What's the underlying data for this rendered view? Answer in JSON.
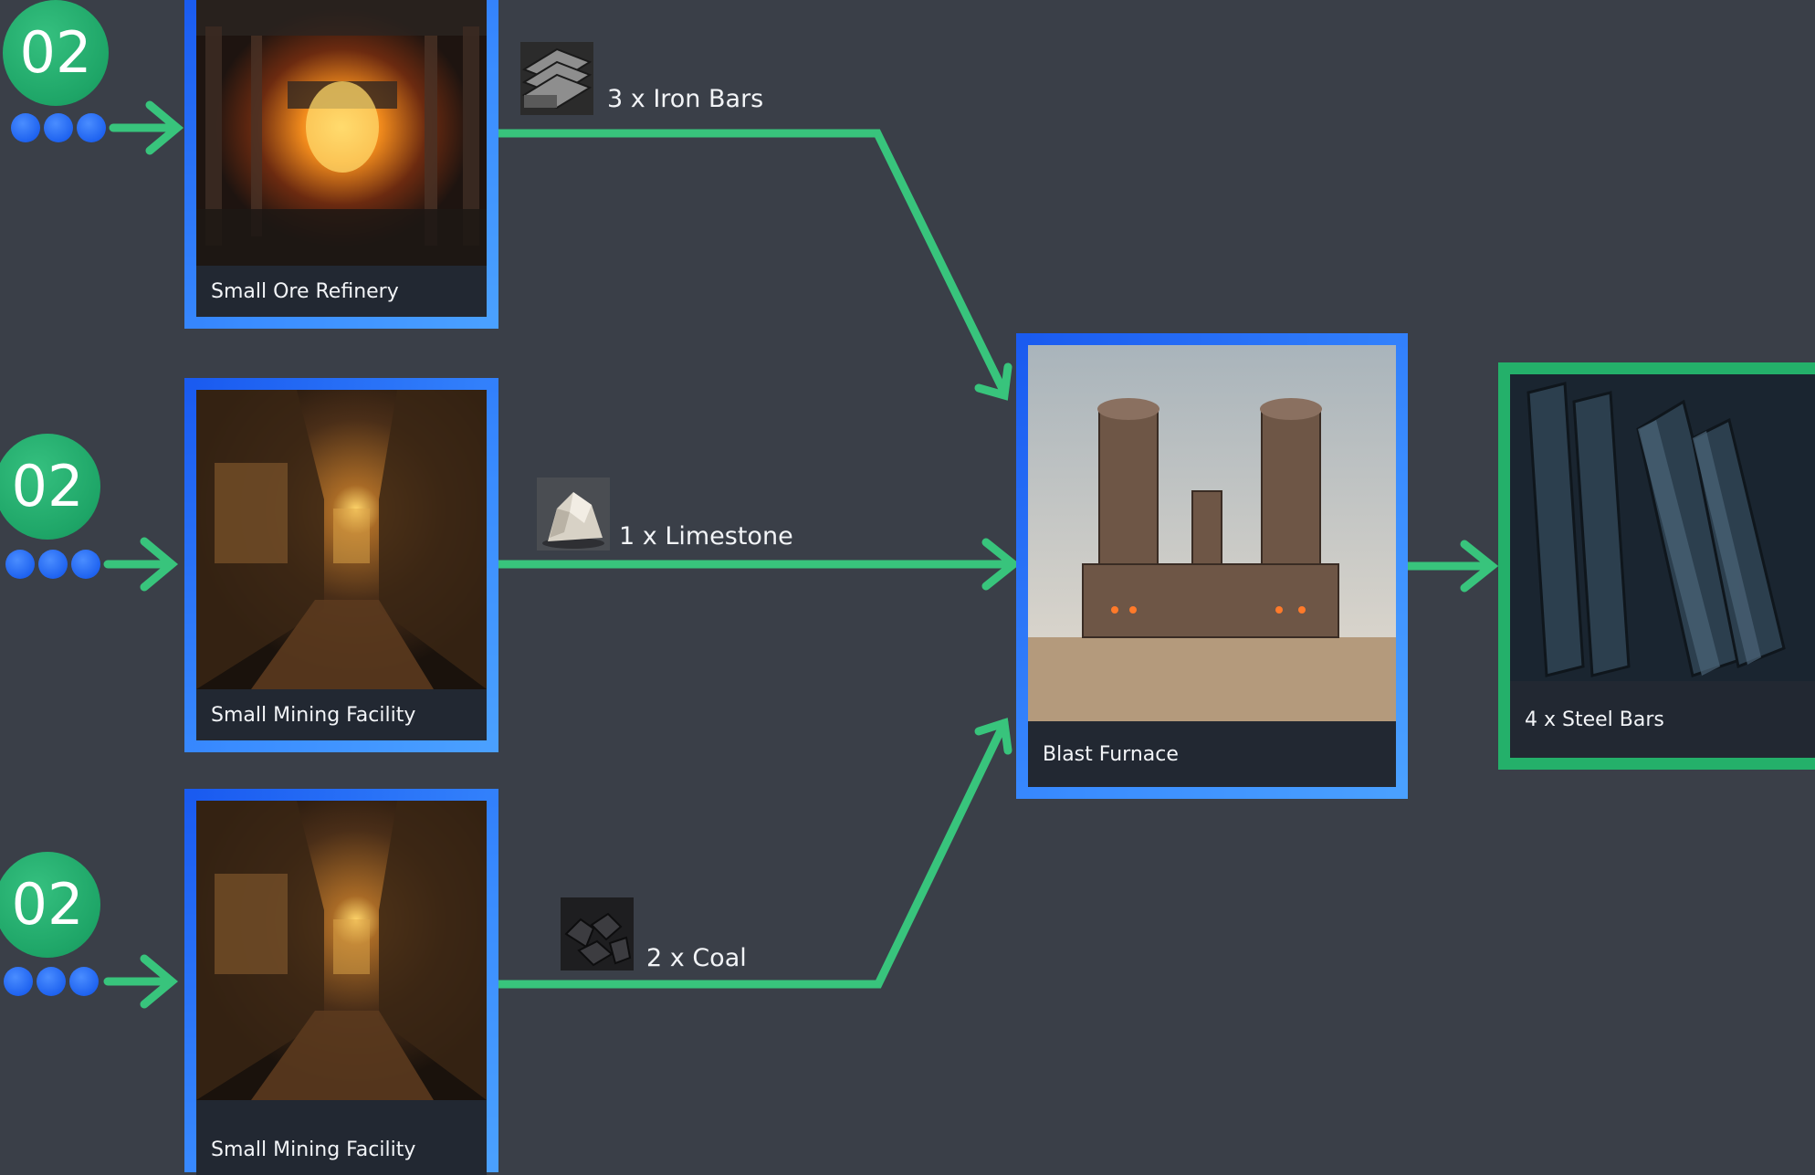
{
  "producers": [
    {
      "count": "02",
      "name": "Small Ore Refinery"
    },
    {
      "count": "02",
      "name": "Small Mining Facility"
    },
    {
      "count": "02",
      "name": "Small Mining Facility"
    }
  ],
  "resources": [
    {
      "label": "3 x Iron Bars",
      "icon": "iron-bars-icon"
    },
    {
      "label": "1 x Limestone",
      "icon": "limestone-icon"
    },
    {
      "label": "2 x Coal",
      "icon": "coal-icon"
    }
  ],
  "processor": {
    "name": "Blast Furnace"
  },
  "output": {
    "label": "4 x  Steel Bars"
  },
  "colors": {
    "background": "#3a3f48",
    "connector": "#38c47c",
    "card_border_blue": "#2f7fff",
    "card_border_green": "#24b06a",
    "badge": "#1ea567",
    "dot": "#1f63f0"
  }
}
